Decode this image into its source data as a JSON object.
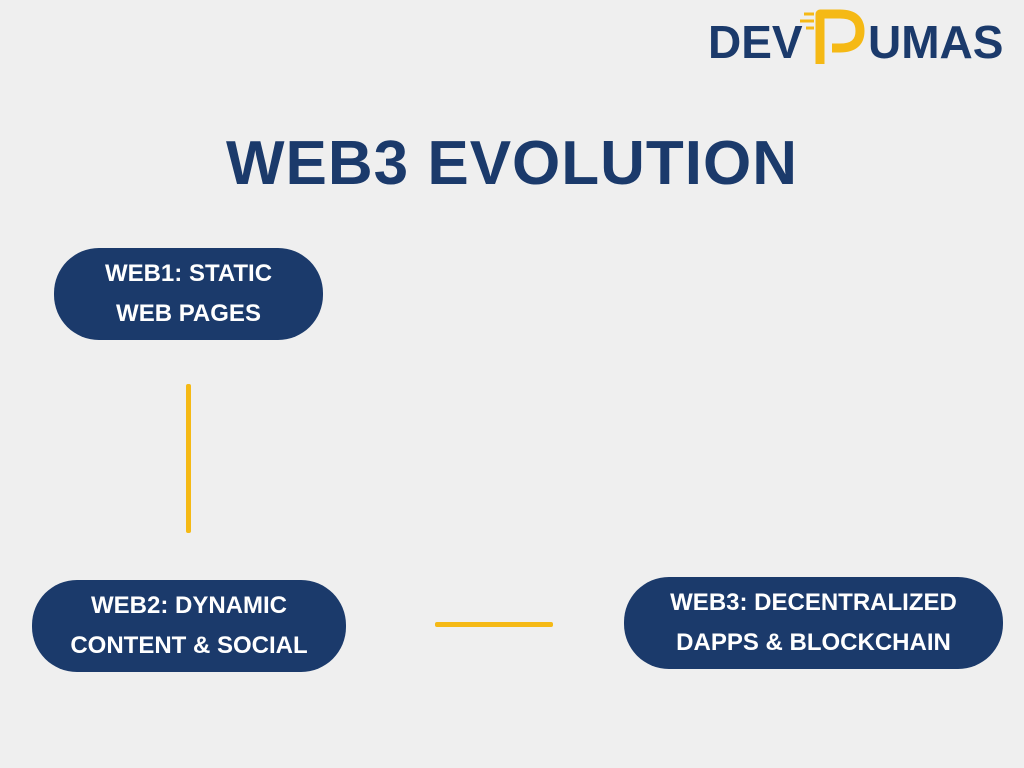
{
  "brand": {
    "logo_text_left": "DEV",
    "logo_text_right": "UMAS",
    "primary_color": "#1b3a6b",
    "accent_color": "#f5b915"
  },
  "title": "WEB3 EVOLUTION",
  "stages": [
    {
      "line1": "WEB1: STATIC",
      "line2": "WEB PAGES"
    },
    {
      "line1": "WEB2: DYNAMIC",
      "line2": "CONTENT & SOCIAL"
    },
    {
      "line1": "WEB3: DECENTRALIZED",
      "line2": "DAPPS & BLOCKCHAIN"
    }
  ]
}
